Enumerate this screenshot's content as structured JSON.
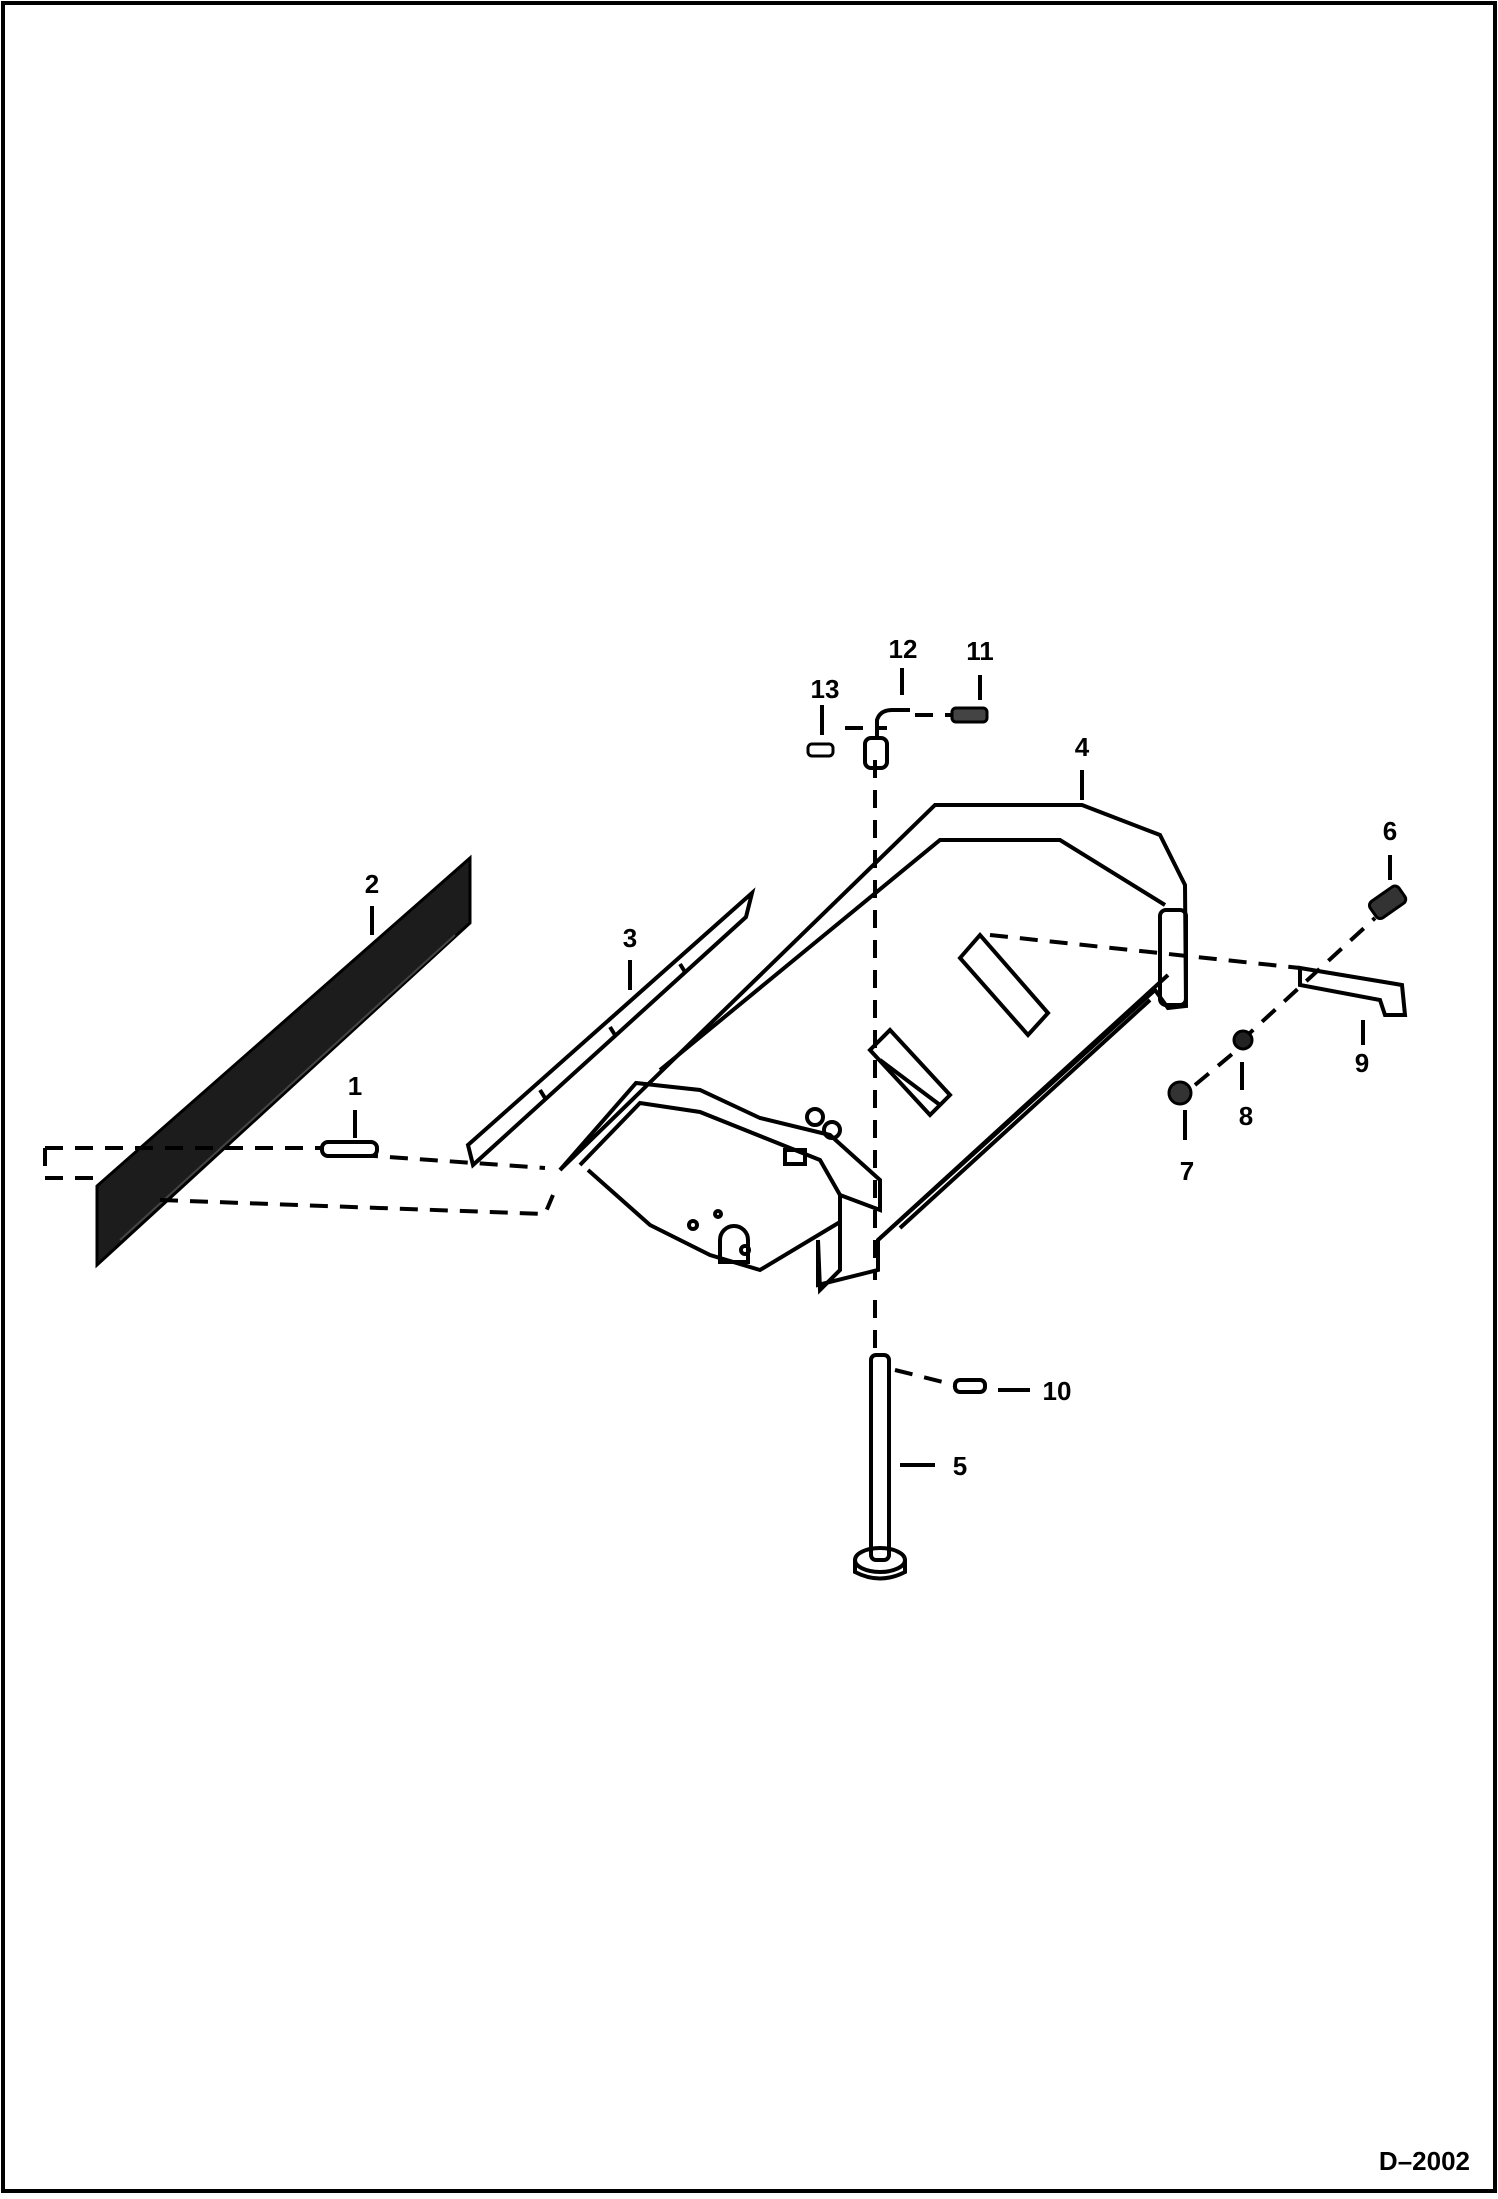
{
  "diagram": {
    "figure_id": "D–2002",
    "callouts": [
      "1",
      "2",
      "3",
      "4",
      "5",
      "6",
      "7",
      "8",
      "9",
      "10",
      "11",
      "12",
      "13"
    ]
  }
}
